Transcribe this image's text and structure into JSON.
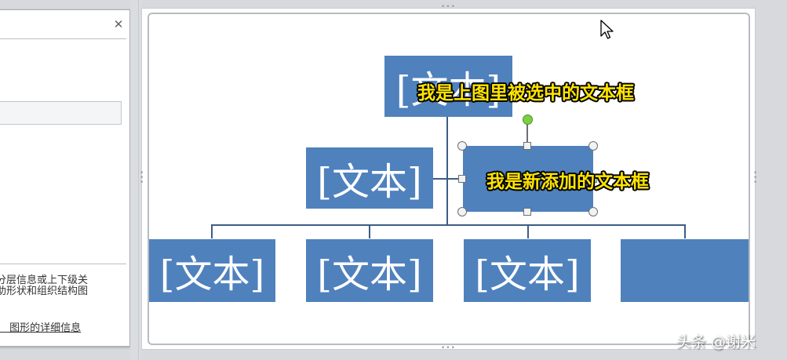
{
  "text_pane": {
    "close_icon": "close-icon",
    "description": "分层信息或上下级关\n助形状和组织结构图",
    "link": "。 图形的详细信息"
  },
  "smartart": {
    "placeholder": "[文本]",
    "box_color": "#4f81bd",
    "line_color": "#3c5d86",
    "selection_handle_color": "#7ccf42"
  },
  "captions": {
    "top_selected": "我是上图里被选中的文本框",
    "new_added": "我是新添加的文本框"
  },
  "watermark": "头条 @谢米",
  "caption_color": "#ffe400"
}
